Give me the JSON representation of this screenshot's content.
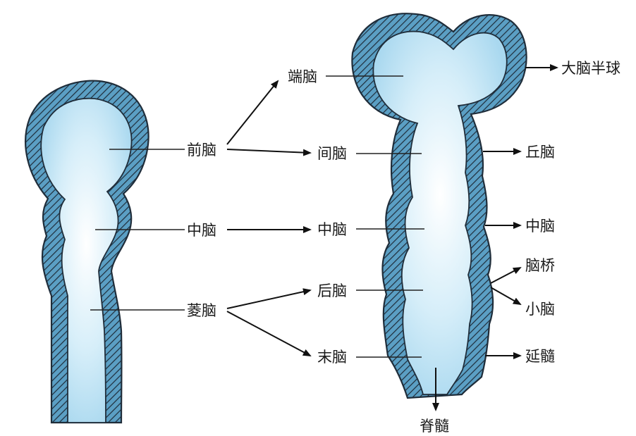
{
  "early_stage": {
    "forebrain": "前脑",
    "midbrain": "中脑",
    "hindbrain": "菱脑"
  },
  "later_stage": {
    "telencephalon": "端脑",
    "diencephalon": "间脑",
    "midbrain": "中脑",
    "metencephalon": "后脑",
    "myelencephalon": "末脑",
    "spinal_cord": "脊髓"
  },
  "derivatives": {
    "cerebral_hemispheres": "大脑半球",
    "thalamus": "丘脑",
    "midbrain": "中脑",
    "pons": "脑桥",
    "cerebellum": "小脑",
    "medulla": "延髓"
  },
  "colors": {
    "wall": "#5b9fc4",
    "hatch": "#1f2d3a",
    "lumen_center": "#ffffff",
    "lumen_edge": "#a9d8ef"
  }
}
